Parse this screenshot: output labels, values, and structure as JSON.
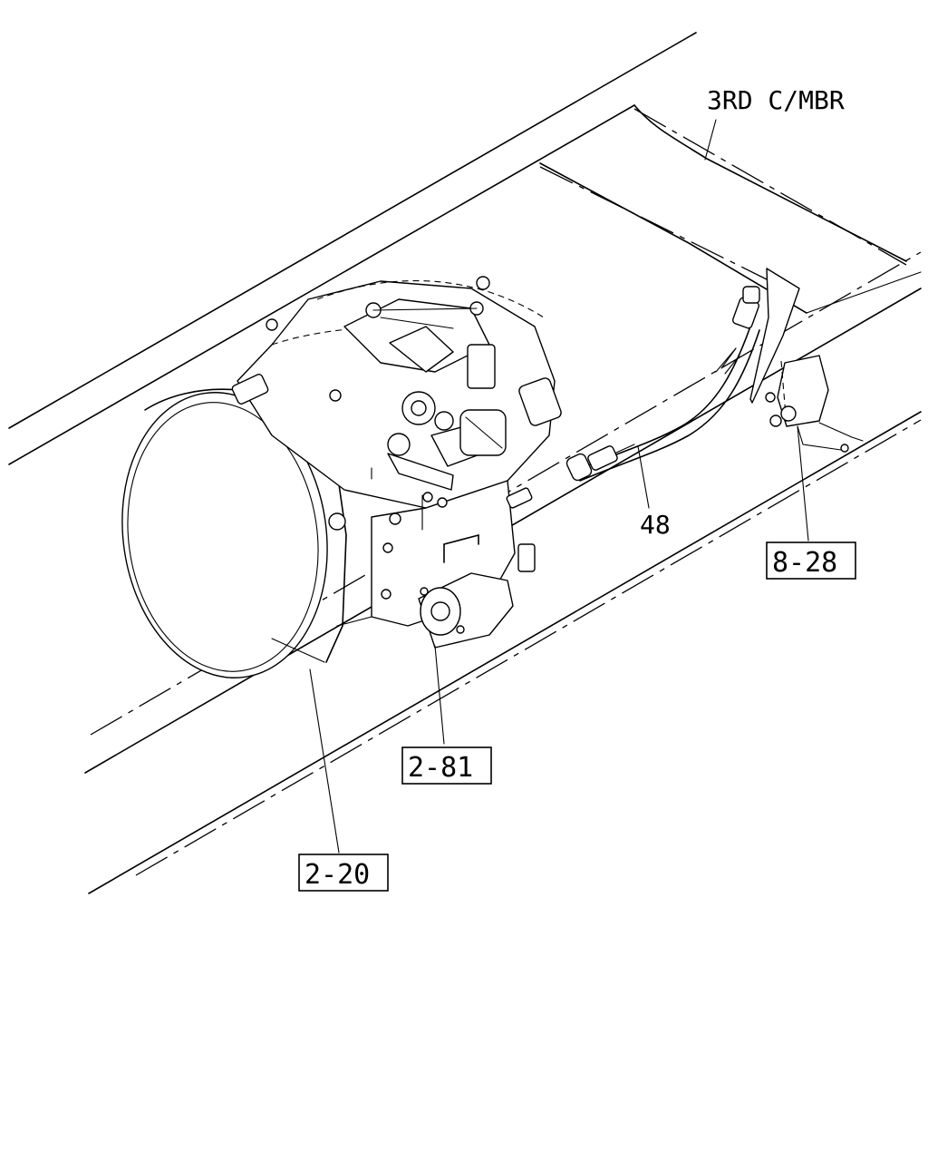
{
  "callouts": {
    "frame_member": "3RD C/MBR",
    "hose": "48",
    "valve_ref": "8-28",
    "cylinder_ref": "2-81",
    "transmission_ref": "2-20"
  }
}
